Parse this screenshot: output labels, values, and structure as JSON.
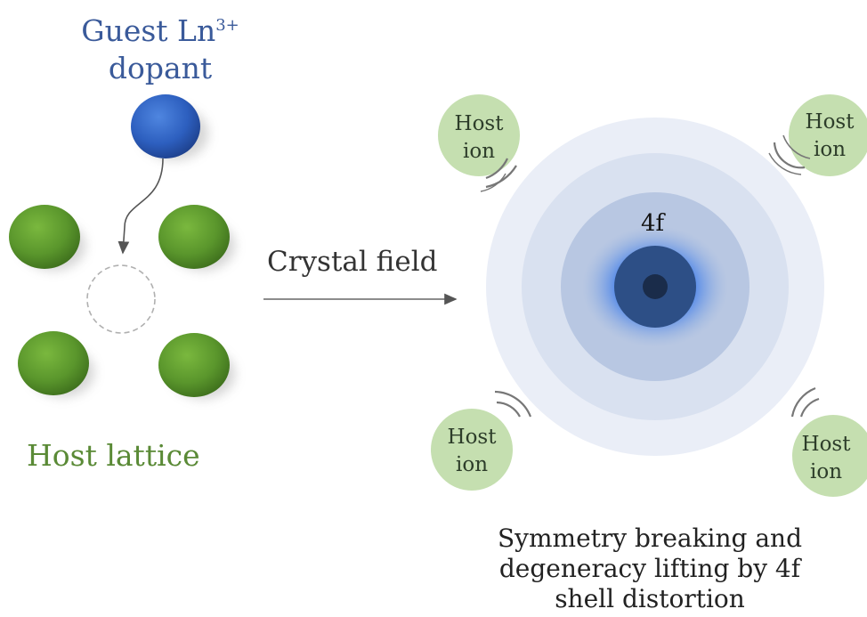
{
  "guest": {
    "label_line1": "Guest Ln",
    "label_sup": "3+",
    "label_line2": "dopant"
  },
  "host_lattice_label": "Host lattice",
  "arrow_label": "Crystal field",
  "core_label": "4f",
  "host_ions": [
    {
      "line1": "Host",
      "line2": "ion"
    },
    {
      "line1": "Host",
      "line2": "ion"
    },
    {
      "line1": "Host",
      "line2": "ion"
    },
    {
      "line1": "Host",
      "line2": "ion"
    }
  ],
  "caption": {
    "line1": "Symmetry breaking and",
    "line2": "degeneracy lifting by 4f",
    "line3": "shell distortion"
  },
  "colors": {
    "guest": "#2f5db8",
    "host_lattice": "#5a9a2c",
    "host_ion": "#c5dfb0",
    "core": "#2d4f86",
    "text_guest": "#3a5a9a",
    "text_host": "#5a8a36"
  }
}
